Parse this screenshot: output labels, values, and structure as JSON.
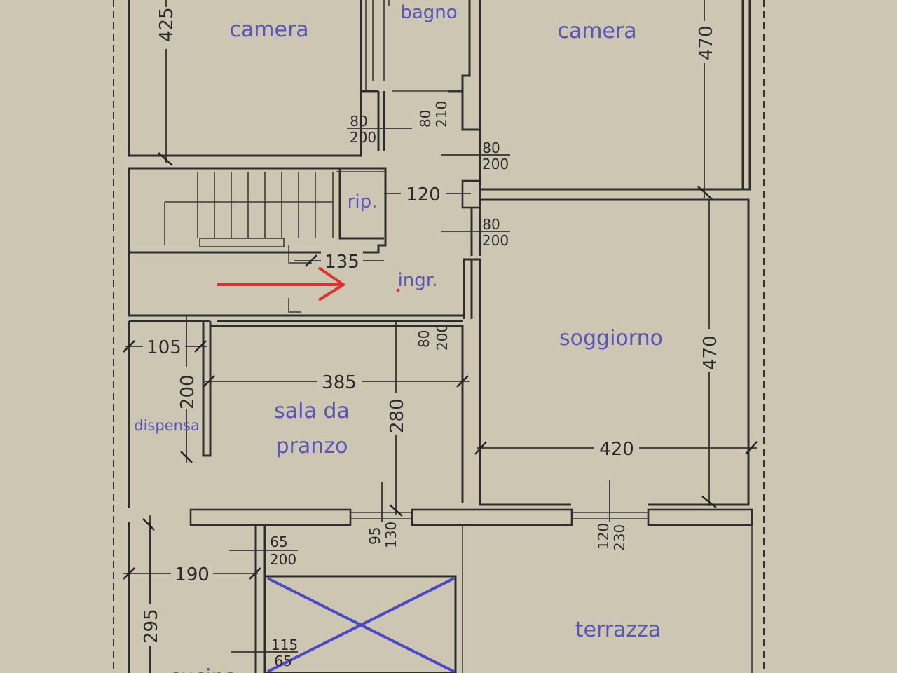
{
  "rooms": {
    "camera_left": "camera",
    "bagno": "bagno",
    "camera_right": "camera",
    "rip": "rip.",
    "ingr": "ingr.",
    "soggiorno": "soggiorno",
    "dispensa": "dispensa",
    "sala_line1": "sala da",
    "sala_line2": "pranzo",
    "terrazza": "terrazza",
    "cucina_partial": "cucina"
  },
  "dimensions": {
    "d425": "425",
    "d470_top": "470",
    "d120": "120",
    "d135": "135",
    "d105": "105",
    "d200_side": "200",
    "d385": "385",
    "d280": "280",
    "d470_mid": "470",
    "d420": "420",
    "d190": "190",
    "d295": "295"
  },
  "openings": {
    "door_80_200_a": {
      "w": "80",
      "h": "200"
    },
    "door_80_210_bagno": {
      "w": "80",
      "h": "210"
    },
    "door_80_200_camera": {
      "w": "80",
      "h": "200"
    },
    "door_80_200_soggiorno": {
      "w": "80",
      "h": "200"
    },
    "door_80_200_sala": {
      "w": "80",
      "h": "200"
    },
    "window_95_130": {
      "w": "95",
      "h": "130"
    },
    "window_120_230": {
      "w": "120",
      "h": "230"
    },
    "door_65_200": {
      "w": "65",
      "h": "200"
    },
    "window_115_65": {
      "w": "115",
      "h": "65"
    }
  },
  "colors": {
    "paper": "#cdc6b3",
    "room_label": "#5a55b8",
    "arrow": "#e03030",
    "cross": "#4a4ac8"
  }
}
